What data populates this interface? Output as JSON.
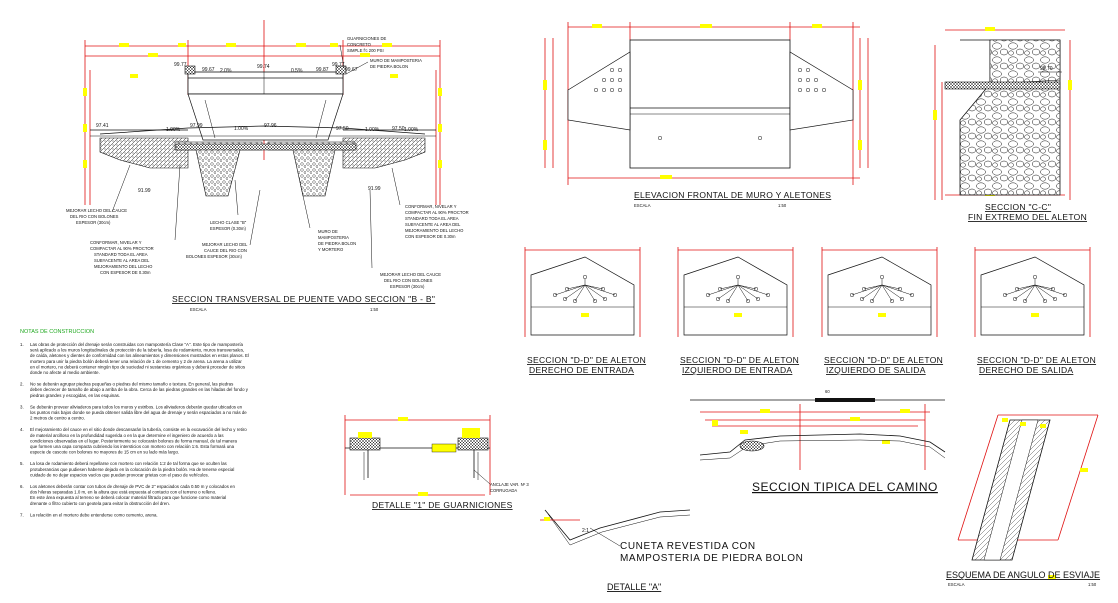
{
  "drawing": {
    "section_bb": {
      "title": "SECCION TRANSVERSAL DE PUENTE VADO  SECCION \"B - B\"",
      "scale_label": "ESCALA",
      "scale": "1:50",
      "elevations": [
        "99.77",
        "99.67",
        "99.74",
        "99.87",
        "99.77",
        "99.67",
        "97.41",
        "97.99",
        "97.96",
        "97.50",
        "97.50",
        "91.99",
        "91.99"
      ],
      "slopes": [
        "2.0%",
        "0.5%",
        "1.00%",
        "1.00%",
        "1.00%",
        "1.00%"
      ],
      "callouts": {
        "guarniciones": "GUARNICIONES DE CONCRETO SIMPLE f'c 200 PSI",
        "muro_piedra": "MURO DE MAMPOSTERIA DE PIEDRA BOLON",
        "mejorar_lecho_left": "MEJORAR LECHO DEL CAUCE DEL RIO CON  BOLONES ESPESOR (30cm)",
        "lecho_clase": "LECHO CLASE \"B\" ESPESOR (0.30m)",
        "conformar_left": "CONFORMAR, NIVELAR Y COMPACTAR AL 90% PROCTOR STANDARD TODA EL AREA SUBYACENTE AL AREA DEL MEJORAMIENTO DEL LECHO CON ESPESOR DE 0.30m",
        "mejorar_lecho_center": "MEJORAR LECHO DEL CAUCE DEL RIO CON BOLONES ESPESOR (30cm)",
        "muro_mortero": "MURO DE MAMPOSTERIA DE PIEDRA BOLON Y MORTERO",
        "conformar_right": "CONFORMAR, NIVELAR Y COMPACTAR AL 90% PROCTOR STANDARD TODA EL AREA SUBYACENTE AL AREA DEL MEJORAMIENTO DEL LECHO CON ESPESOR DE 0.30m",
        "mejorar_lecho_right": "MEJORAR LECHO DEL CAUCE DEL RIO CON  BOLONES ESPESOR (30cm)"
      }
    },
    "elevacion": {
      "title": "ELEVACION FRONTAL DE MURO Y ALETONES",
      "scale_label": "ESCALA",
      "scale": "1:50"
    },
    "section_cc": {
      "title": "SECCION \"C-C\"",
      "subtitle": "FIN EXTREMO DEL ALETON",
      "elev": "98.70"
    },
    "sections_dd": [
      {
        "line1": "SECCION \"D-D\" DE ALETON",
        "line2": "DERECHO DE ENTRADA"
      },
      {
        "line1": "SECCION \"D-D\" DE ALETON",
        "line2": "IZQUIERDO DE ENTRADA"
      },
      {
        "line1": "SECCION \"D-D\" DE ALETON",
        "line2": "IZQUIERDO DE SALIDA"
      },
      {
        "line1": "SECCION \"D-D\" DE ALETON",
        "line2": "DERECHO DE SALIDA"
      }
    ],
    "detalle_1": {
      "title": "DETALLE \"1\" DE GUARNICIONES",
      "callout": "ANCLAJE VAR. Nº 3 CORRUGADA"
    },
    "seccion_tipica": {
      "title": "SECCION TIPICA DEL CAMINO",
      "dim": "60"
    },
    "detalle_a": {
      "title": "DETALLE \"A\"",
      "callout_line1": "CUNETA REVESTIDA CON",
      "callout_line2": "MAMPOSTERIA DE PIEDRA BOLON",
      "ratio": "2:1"
    },
    "esquema": {
      "title": "ESQUEMA DE ANGULO DE ESVIAJE",
      "scale_label": "ESCALA",
      "scale": "1:50"
    },
    "notes": {
      "title": "NOTAS DE CONSTRUCCION",
      "items": [
        {
          "n": "1.",
          "lines": [
            "Las obras de protección del drenaje serán construidas con mampostería Clase \"A\".  Este tipo de mampostería",
            "será aplicado a los muros longitudinales de protección de la tubería, losa de rodamiento, muros transversales,",
            "de caída, aletones y dientes de conformidad con los alineamientos y dimensiones mostrados en estos planos.  El",
            "mortero para unir la piedra bolón deberá tener una relación de 1 de cemento y 2 de arena.  La arena a utilizar",
            "en el mortero, no deberá contener ningún tipo de suciedad ni sustancias orgánicas y deberá proceder de sitios",
            "donde no afecte al medio ambiente."
          ]
        },
        {
          "n": "2.",
          "lines": [
            "No se deberán agrupar piedras pequeñas o piedras del mismo tamaño o textura.  En general, las piedras",
            "deben decrecer de tamaño de abajo a arriba de la obra.  Cerca de las piedras grandes en las hiladas del fondo y",
            "piedras grandes y escogidas, en las esquinas."
          ]
        },
        {
          "n": "3.",
          "lines": [
            "Se deberán proveer aliviaderos para todos los muros y estribos.  Los aliviaderos deberán quedar ubicados en",
            "los puntos más bajos donde se pueda obtener salida libre del agua de drenaje y serán espaciados a no más de",
            "2 metros de centro a centro."
          ]
        },
        {
          "n": "4.",
          "lines": [
            "El mejoramiento del cauce en el sitio donde descansarán la tubería, consiste en la excavación del lecho y retiro",
            "de material arcilloso en la profundidad sugerida o en la que determine el ingeniero de acuerdo a las",
            "condiciones observadas en el lugar.  Posteriormente se colocarán bolones de forma manual, de tal manera",
            "que formen una capa compacta cubriendo los intersticios con mortero con relación 1:6.  Esta formará una",
            "especie de cascote con bolones no mayores de 15 cm en su lado más largo."
          ]
        },
        {
          "n": "5.",
          "lines": [
            "La losa de rodamiento deberá repellarse con mortero con relación 1:2 de tal forma que se oculten las",
            "protuberancias que pudiesen haberse dejado en la colocación de la piedra bolón.  Ha de tenerse especial",
            "cuidado de no dejar espacios vacíos que puedan provocar grietas con el paso de vehículos."
          ]
        },
        {
          "n": "6.",
          "lines": [
            "Los aletones deberán contar con tubos de drenaje de PVC de 2\" espaciados cada 0.50 m y colocados en",
            "dos hileras separadas 1.0 m, en la altura que está expuesta al contacto con el terreno o relleno.",
            "En este área expuesta al terreno se deberá colocar material filtrado para que funcione como material",
            "drenante o filtro cubierto con geotela para evitar la obstrucción del dren."
          ]
        },
        {
          "n": "7.",
          "lines": [
            "La relación en el mortero debe entenderse como cemento, arena."
          ]
        }
      ]
    }
  }
}
